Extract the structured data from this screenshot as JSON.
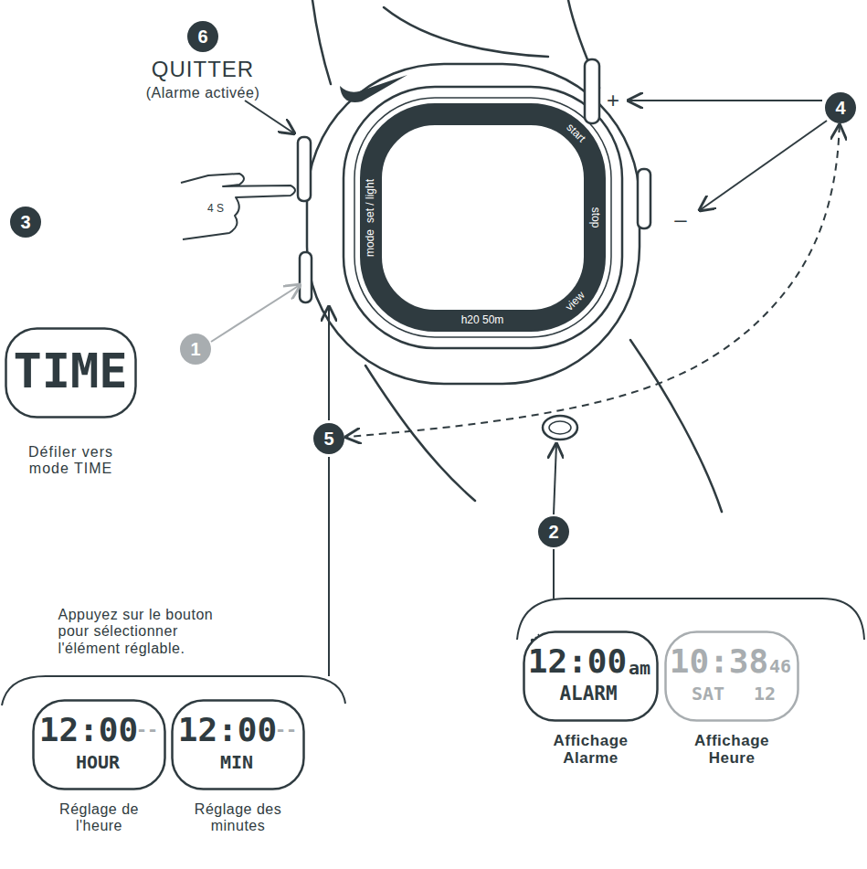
{
  "diagram": {
    "nodes": [
      {
        "text": [
          "6"
        ]
      },
      {
        "text": [
          "3"
        ]
      },
      {
        "text": [
          "4"
        ]
      },
      {
        "text": [
          "1"
        ]
      },
      {
        "text": [
          "TIME",
          "Défiler vers mode TIME"
        ]
      },
      {
        "text": [
          "5"
        ]
      },
      {
        "text": [
          "2"
        ]
      },
      {
        "text": [
          "12:00",
          "--",
          "HOUR",
          "Réglage de l'heure"
        ]
      },
      {
        "text": [
          "12:00",
          "--",
          "MIN",
          "Réglage des minutes"
        ]
      },
      {
        "text": [
          "12:00",
          "am",
          "ALARM",
          "Affichage Alarme"
        ]
      },
      {
        "text": [
          "10:38",
          "46",
          "SAT",
          "12",
          "Affichage Heure"
        ]
      }
    ],
    "edges": [
      {
        "from": 2,
        "to": 5,
        "arrow": "both"
      }
    ],
    "labels": [
      "QUITTER",
      "(Alarme activée)",
      "4 S",
      "+",
      "–",
      "start",
      "stop",
      "view",
      "h20 50m",
      "mode",
      "set / light",
      "Appuyez sur le bouton pour sélectionner l'élément réglable."
    ]
  }
}
